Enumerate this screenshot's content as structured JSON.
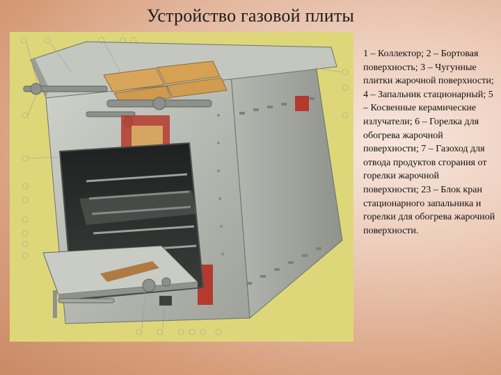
{
  "title": "Устройство газовой плиты",
  "caption": "1 – Коллектор; 2 – Бортовая поверхность; 3 – Чугунные плитки жарочной поверхности; 4 – Запальник стационарный; 5 – Косвенные керамические излучатели; 6 – Горелка для обогрева жарочной поверхности; 7 – Газоход для отвода продуктов сгорания от горелки жарочной поверхности; 23 – Блок кран стационарного запальника и горелки для обогрева жарочной поверхности.",
  "colors": {
    "figure_background": "#ded77a",
    "stove_body": "#b9bcb5",
    "tiles": "#d9a55a",
    "pipes": "#8d918b",
    "oven_interior": "#2a2d2b"
  },
  "figure": {
    "subject": "gas-stove-cutaway-illustration"
  }
}
